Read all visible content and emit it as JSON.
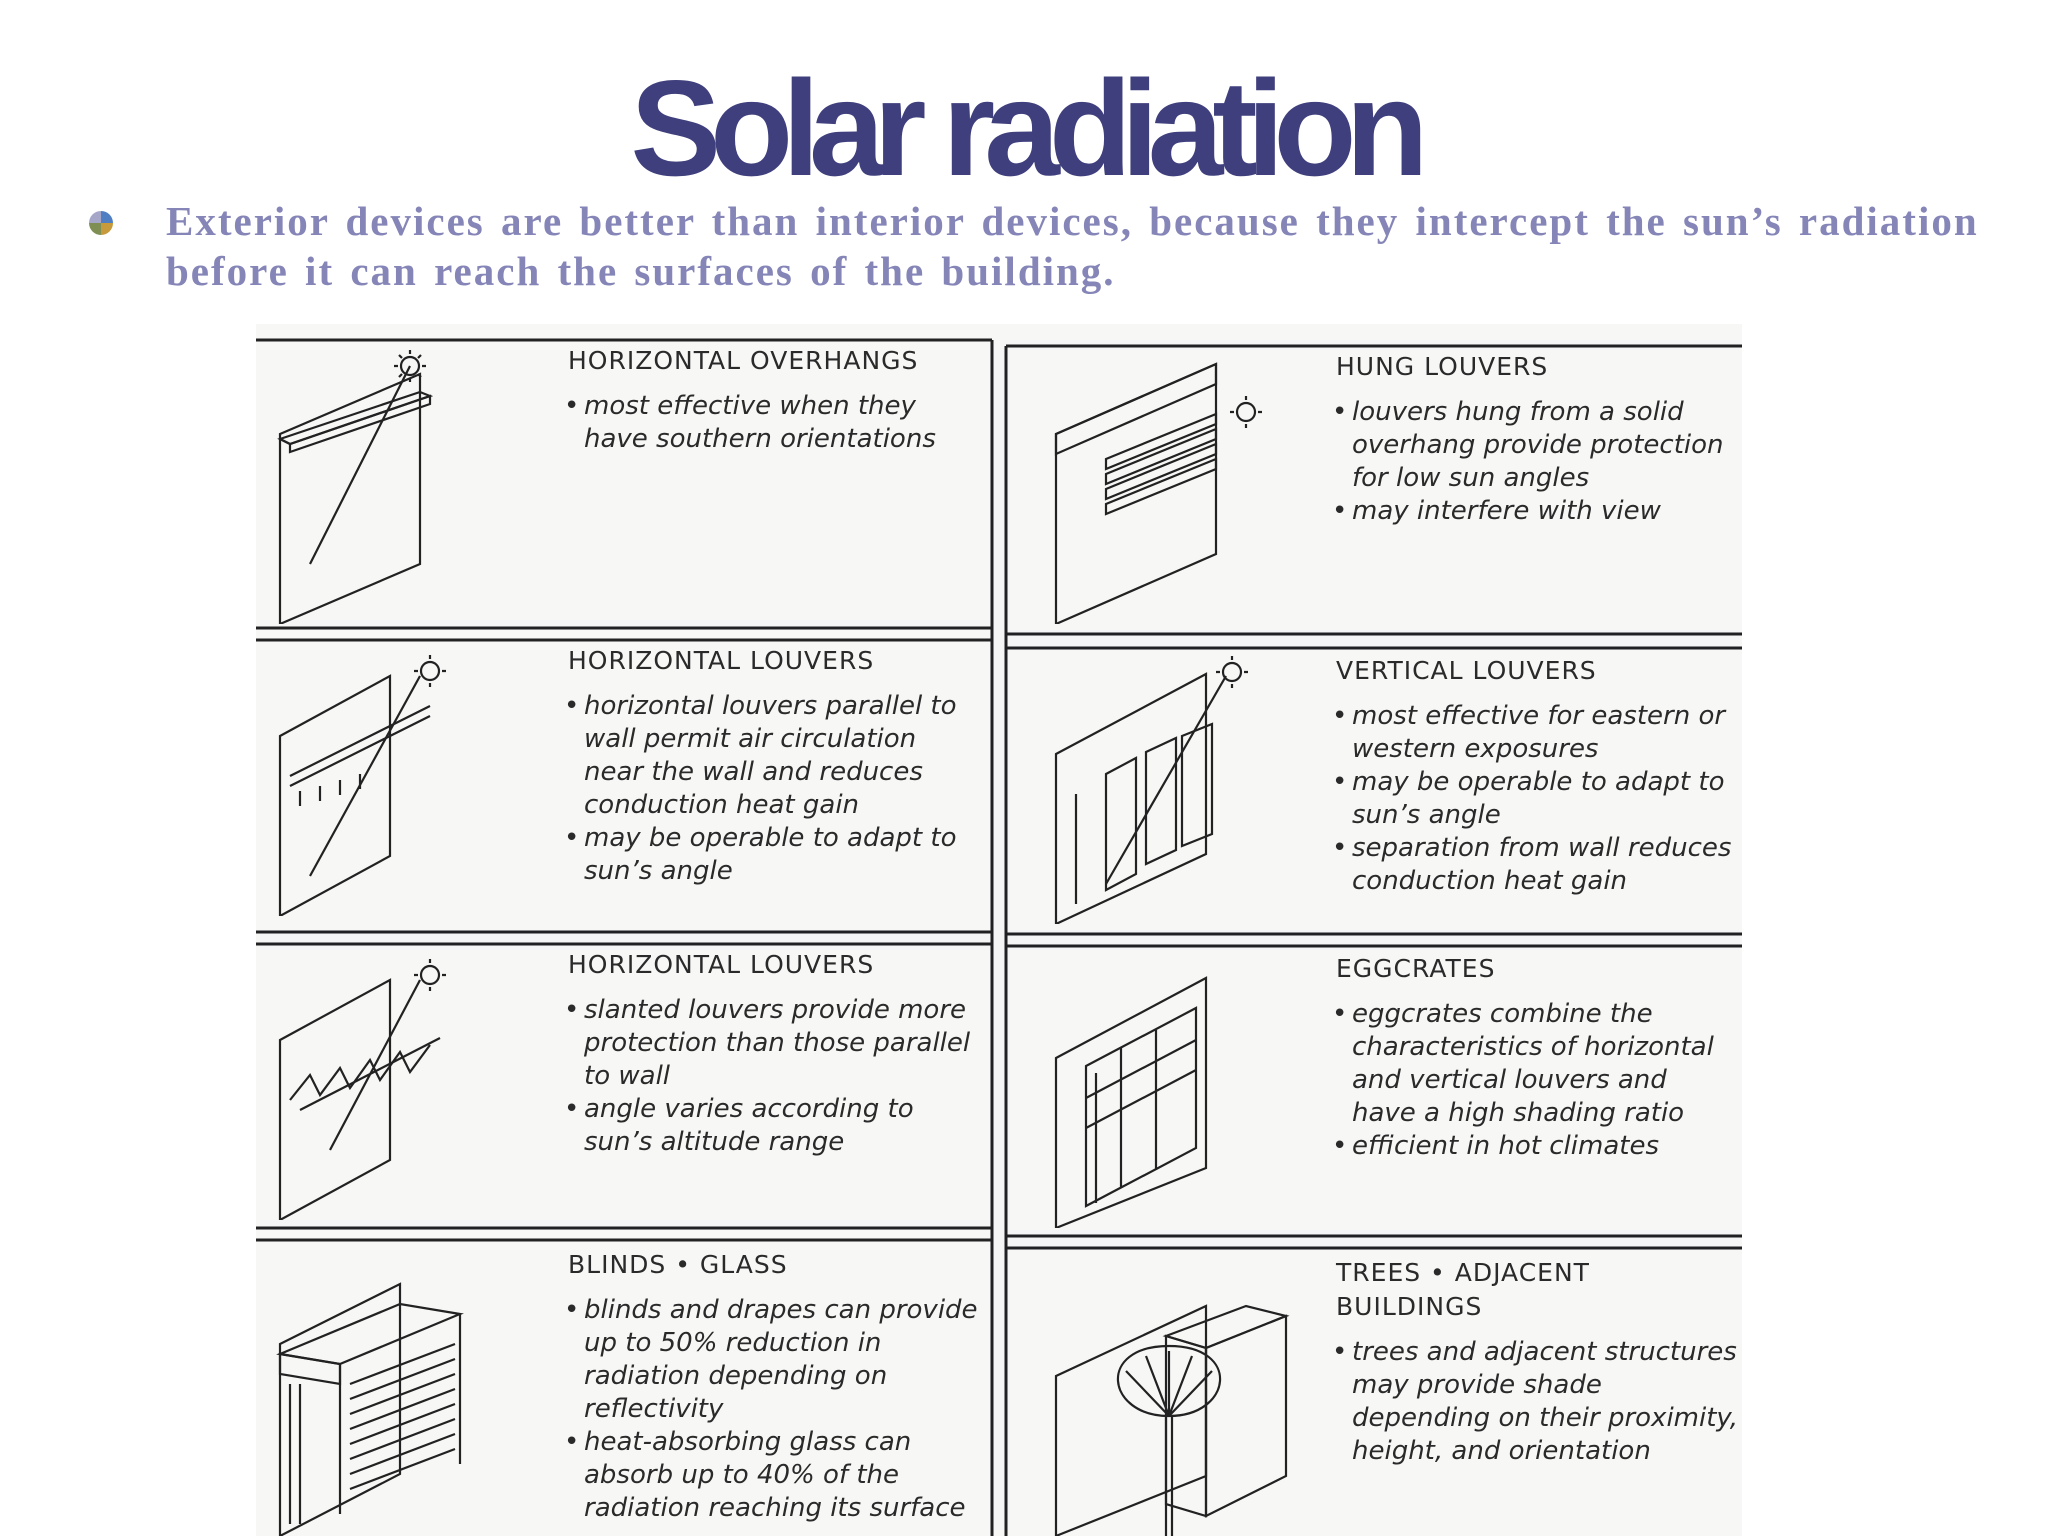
{
  "title": "Solar radiation",
  "bullet": "Exterior devices are better than interior devices, because they intercept the sun’s radiation before it can reach the surfaces of the building.",
  "colors": {
    "title": "#3f3f7d",
    "bullet_text": "#8585b8",
    "bullet_icon": [
      "#4f7fc2",
      "#c79a3c",
      "#7f8f53",
      "#a6a6c8"
    ]
  },
  "panels": [
    {
      "title": "HORIZONTAL OVERHANGS",
      "bullets": [
        "most effective when they have southern orientations"
      ]
    },
    {
      "title": "HUNG LOUVERS",
      "bullets": [
        "louvers hung from a solid overhang provide protection for low sun angles",
        "may interfere with view"
      ]
    },
    {
      "title": "HORIZONTAL LOUVERS",
      "bullets": [
        "horizontal louvers parallel to wall permit air circulation near the wall and reduces conduction heat gain",
        "may be operable to adapt to sun’s angle"
      ]
    },
    {
      "title": "VERTICAL LOUVERS",
      "bullets": [
        "most effective for eastern or western exposures",
        "may be operable to adapt to sun’s angle",
        "separation from wall reduces conduction heat gain"
      ]
    },
    {
      "title": "HORIZONTAL LOUVERS",
      "bullets": [
        "slanted louvers provide more protection than those parallel to wall",
        "angle varies according to sun’s altitude range"
      ]
    },
    {
      "title": "EGGCRATES",
      "bullets": [
        "eggcrates combine the characteristics of horizontal and vertical louvers and have a high shading ratio",
        "efficient in hot climates"
      ]
    },
    {
      "title": "BLINDS • GLASS",
      "bullets": [
        "blinds and drapes can provide up to 50% reduction in radiation depending on reflectivity",
        "heat-absorbing glass can absorb up to 40% of the radiation reaching its surface"
      ]
    },
    {
      "title": "TREES • ADJACENT BUILDINGS",
      "bullets": [
        "trees and adjacent structures may provide shade depending on their proximity, height, and orientation"
      ]
    }
  ]
}
